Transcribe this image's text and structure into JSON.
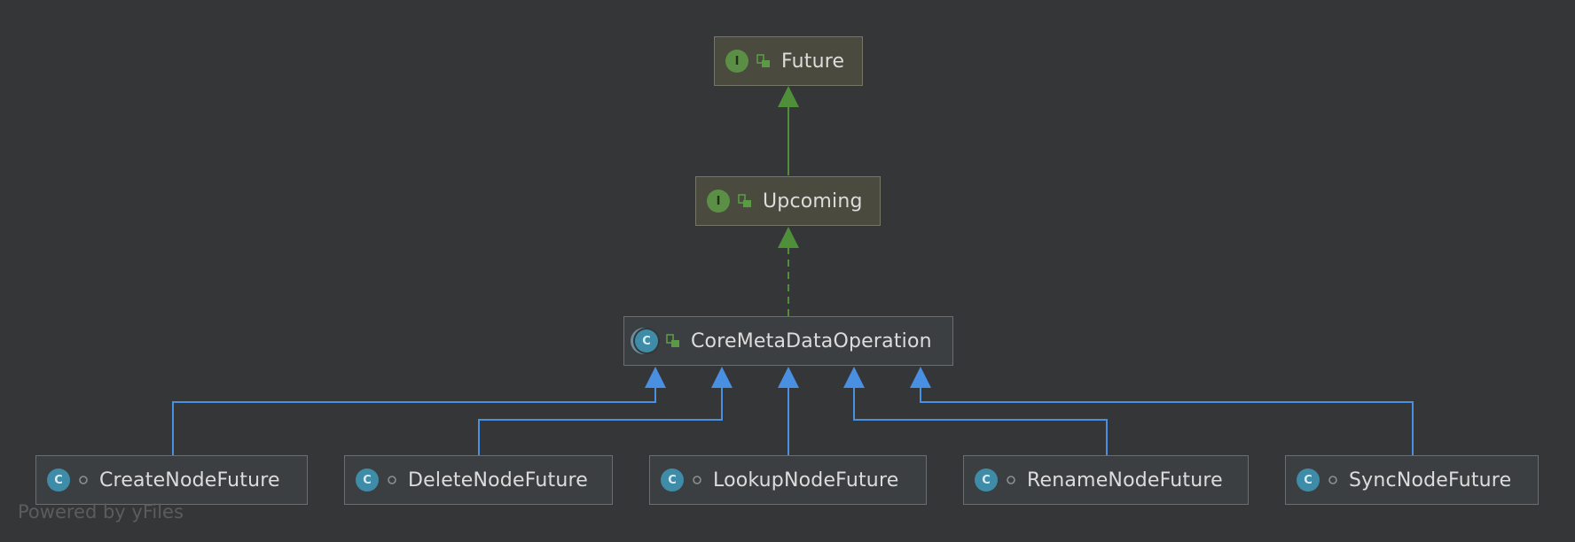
{
  "nodes": {
    "future": {
      "label": "Future",
      "kind": "interface",
      "badge": "I"
    },
    "upcoming": {
      "label": "Upcoming",
      "kind": "interface",
      "badge": "I"
    },
    "core": {
      "label": "CoreMetaDataOperation",
      "kind": "abstract-class",
      "badge": "C"
    },
    "create": {
      "label": "CreateNodeFuture",
      "kind": "class",
      "badge": "C"
    },
    "delete": {
      "label": "DeleteNodeFuture",
      "kind": "class",
      "badge": "C"
    },
    "lookup": {
      "label": "LookupNodeFuture",
      "kind": "class",
      "badge": "C"
    },
    "rename": {
      "label": "RenameNodeFuture",
      "kind": "class",
      "badge": "C"
    },
    "sync": {
      "label": "SyncNodeFuture",
      "kind": "class",
      "badge": "C"
    }
  },
  "edges": [
    {
      "from": "upcoming",
      "to": "future",
      "type": "extends",
      "color": "#4f8f3a"
    },
    {
      "from": "core",
      "to": "upcoming",
      "type": "implements",
      "color": "#4f8f3a"
    },
    {
      "from": "create",
      "to": "core",
      "type": "extends",
      "color": "#4a90e2"
    },
    {
      "from": "delete",
      "to": "core",
      "type": "extends",
      "color": "#4a90e2"
    },
    {
      "from": "lookup",
      "to": "core",
      "type": "extends",
      "color": "#4a90e2"
    },
    {
      "from": "rename",
      "to": "core",
      "type": "extends",
      "color": "#4a90e2"
    },
    {
      "from": "sync",
      "to": "core",
      "type": "extends",
      "color": "#4a90e2"
    }
  ],
  "footer": {
    "powered_by": "Powered by yFiles"
  },
  "icons": {
    "interface": "interface-icon",
    "class": "class-icon",
    "abstract": "abstract-class-icon",
    "public": "public-visibility-icon",
    "package": "package-visibility-icon"
  }
}
